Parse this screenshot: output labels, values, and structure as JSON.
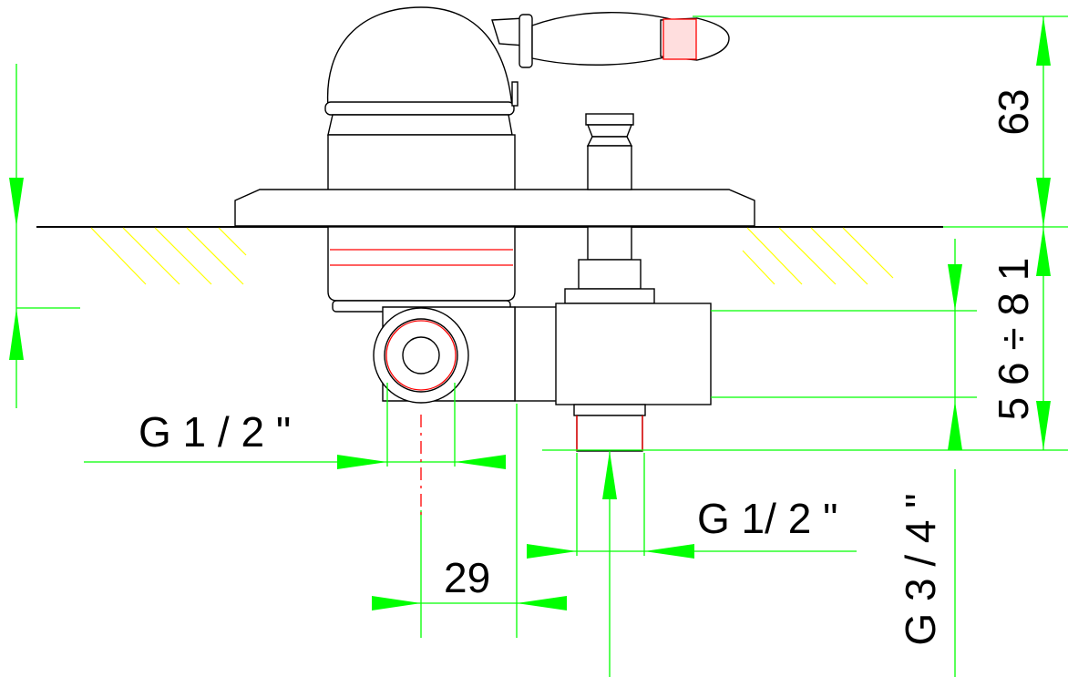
{
  "labels": {
    "height_above_wall": "63",
    "depth_range": "5 6 ÷ 8 1",
    "inlet_thread_left": "G 1 / 2 \"",
    "inlet_thread_bottom": "G 1/ 2 \"",
    "center_offset": "29",
    "outlet_thread": "G 3 / 4 \""
  },
  "colors": {
    "dimension": "#00ff00",
    "hatch": "#ffff00",
    "thread": "#ff0000",
    "outline": "#000000"
  }
}
